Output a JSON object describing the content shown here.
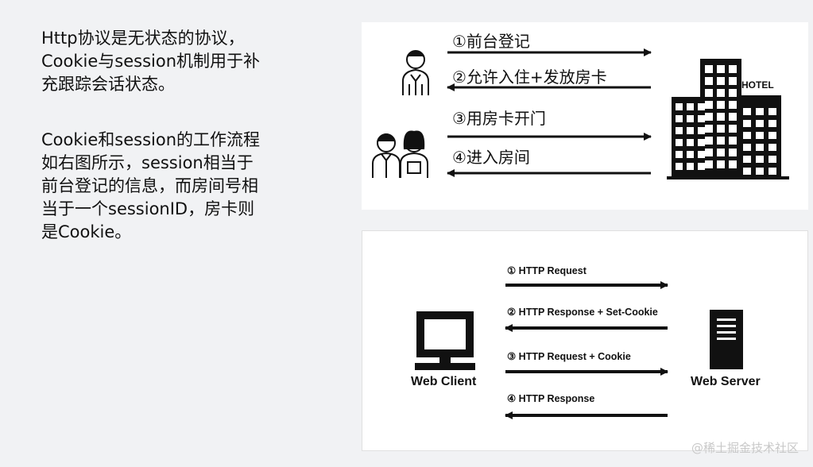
{
  "text": {
    "paragraph1": "Http协议是无状态的协议，\nCookie与session机制用于补\n充跟踪会话状态。",
    "paragraph2": "Cookie和session的工作流程\n如右图所示，session相当于\n前台登记的信息，而房间号相\n当于一个sessionID，房卡则\n是Cookie。"
  },
  "hotel_diagram": {
    "sign": "HOTEL",
    "steps": [
      {
        "label": "①前台登记",
        "direction": "right"
      },
      {
        "label": "②允许入住+发放房卡",
        "direction": "left"
      },
      {
        "label": "③用房卡开门",
        "direction": "right"
      },
      {
        "label": "④进入房间",
        "direction": "left"
      }
    ]
  },
  "web_diagram": {
    "client_label": "Web Client",
    "server_label": "Web Server",
    "steps": [
      {
        "label": "①  HTTP Request",
        "direction": "right"
      },
      {
        "label": "②  HTTP Response + Set-Cookie",
        "direction": "left"
      },
      {
        "label": "③  HTTP Request + Cookie",
        "direction": "right"
      },
      {
        "label": "④  HTTP Response",
        "direction": "left"
      }
    ]
  },
  "watermark": "@稀土掘金技术社区",
  "colors": {
    "background": "#f1f2f4",
    "panel": "#ffffff",
    "ink": "#111111",
    "watermark": "#c8c8c8"
  },
  "icons": [
    "receptionist-icon",
    "guests-icon",
    "hotel-building-icon",
    "computer-icon",
    "server-icon",
    "arrow-icon"
  ]
}
